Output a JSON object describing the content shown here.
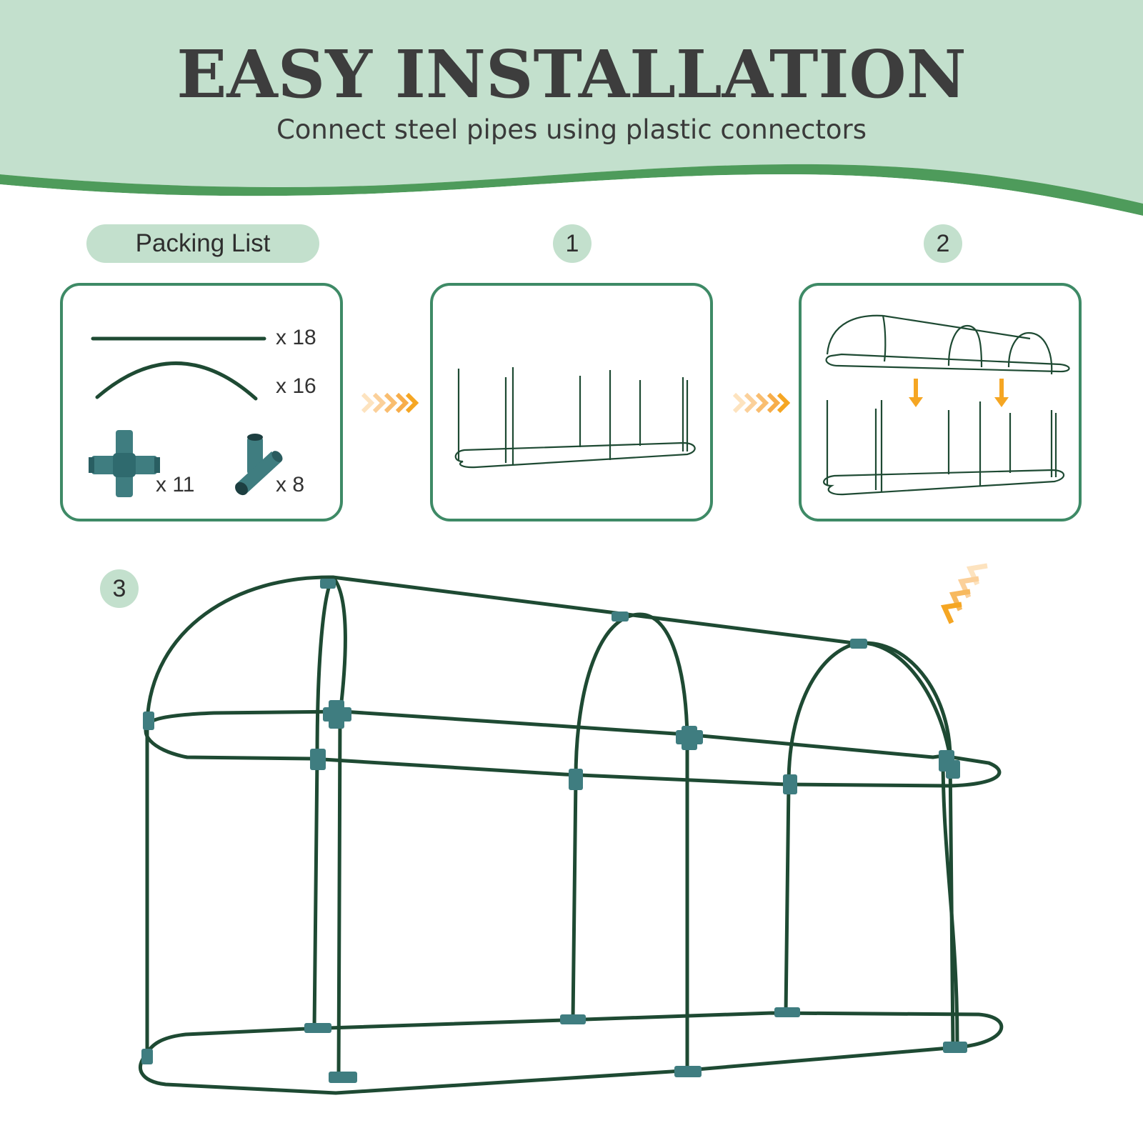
{
  "header": {
    "title": "EASY INSTALLATION",
    "subtitle": "Connect steel pipes using plastic connectors"
  },
  "packing_list": {
    "label": "Packing List",
    "items": [
      {
        "icon": "straight-pipe-icon",
        "quantity": "x 18"
      },
      {
        "icon": "curved-pipe-icon",
        "quantity": "x 16"
      },
      {
        "icon": "cross-connector-icon",
        "quantity": "x 11"
      },
      {
        "icon": "tee-connector-icon",
        "quantity": "x 8"
      }
    ]
  },
  "steps": [
    {
      "number": "1"
    },
    {
      "number": "2"
    },
    {
      "number": "3"
    }
  ],
  "colors": {
    "header_bg": "#c3e0cd",
    "wave_green": "#4e9b5b",
    "panel_border": "#3e8a66",
    "pipe": "#1e4a33",
    "connector": "#3f7d80",
    "arrow_orange": "#f5a623",
    "text": "#3d3d3d"
  }
}
